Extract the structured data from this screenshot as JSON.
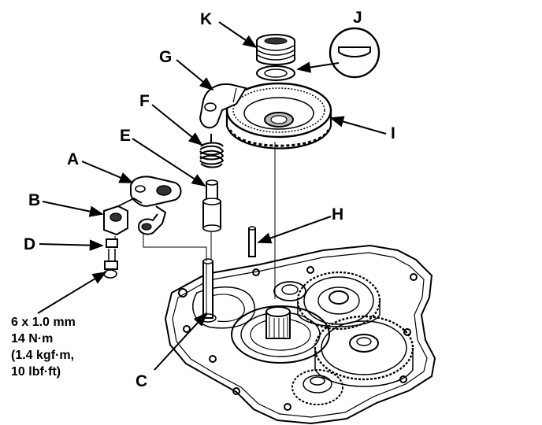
{
  "labels": {
    "a": "A",
    "b": "B",
    "c": "C",
    "d": "D",
    "e": "E",
    "f": "F",
    "g": "G",
    "h": "H",
    "i": "I",
    "j": "J",
    "k": "K"
  },
  "torque_spec": {
    "line1": "6 x 1.0 mm",
    "line2": "14 N·m",
    "line3": "(1.4 kgf·m,",
    "line4": "10 lbf·ft)"
  }
}
